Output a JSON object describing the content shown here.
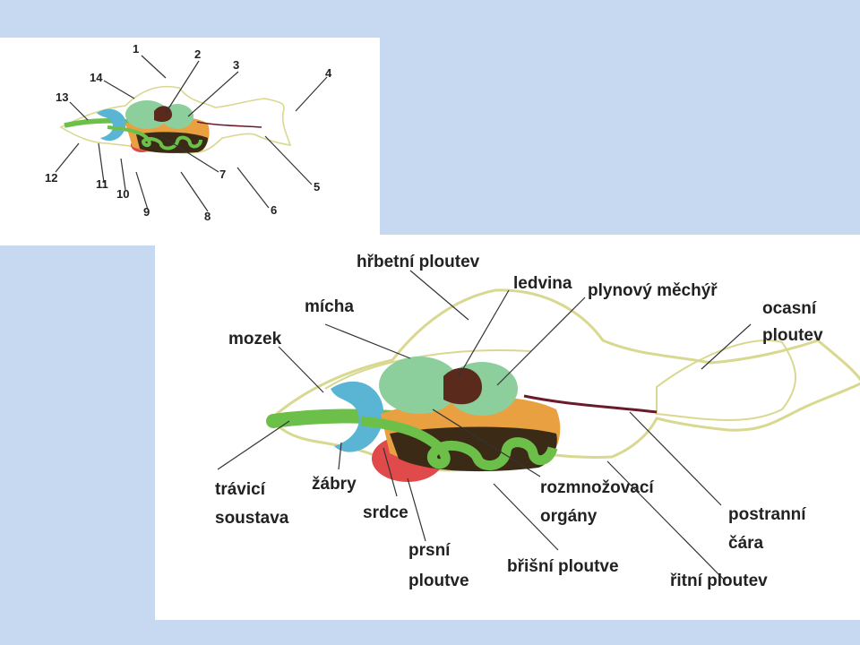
{
  "small_diagram": {
    "numbers": [
      "1",
      "2",
      "3",
      "4",
      "5",
      "6",
      "7",
      "8",
      "9",
      "10",
      "11",
      "12",
      "13",
      "14"
    ]
  },
  "large_diagram": {
    "labels": {
      "hrbetni_ploutev": "hřbetní ploutev",
      "ledvina": "ledvina",
      "plynovy_mechyr": "plynový měchýř",
      "micha": "mícha",
      "ocasni_1": "ocasní",
      "ocasni_2": "ploutev",
      "mozek": "mozek",
      "travici_1": "trávicí",
      "travici_2": "soustava",
      "zabry": "žábry",
      "srdce": "srdce",
      "rozmnoz_1": "rozmnožovací",
      "rozmnoz_2": "orgány",
      "prsni_1": "prsní",
      "prsni_2": "ploutve",
      "bricni": "břišní ploutve",
      "postranni_1": "postranní",
      "postranni_2": "čára",
      "ritni": "řitní ploutev"
    }
  },
  "colors": {
    "background": "#c6d9f0",
    "outline": "#d8d890",
    "gills": "#5ab4d4",
    "swim_bladder": "#8ccf9c",
    "kidney": "#5a2a1c",
    "gonads": "#e8a040",
    "gut": "#6cc04a",
    "heart": "#e04a4a",
    "lateral_line": "#6a1a2a"
  }
}
